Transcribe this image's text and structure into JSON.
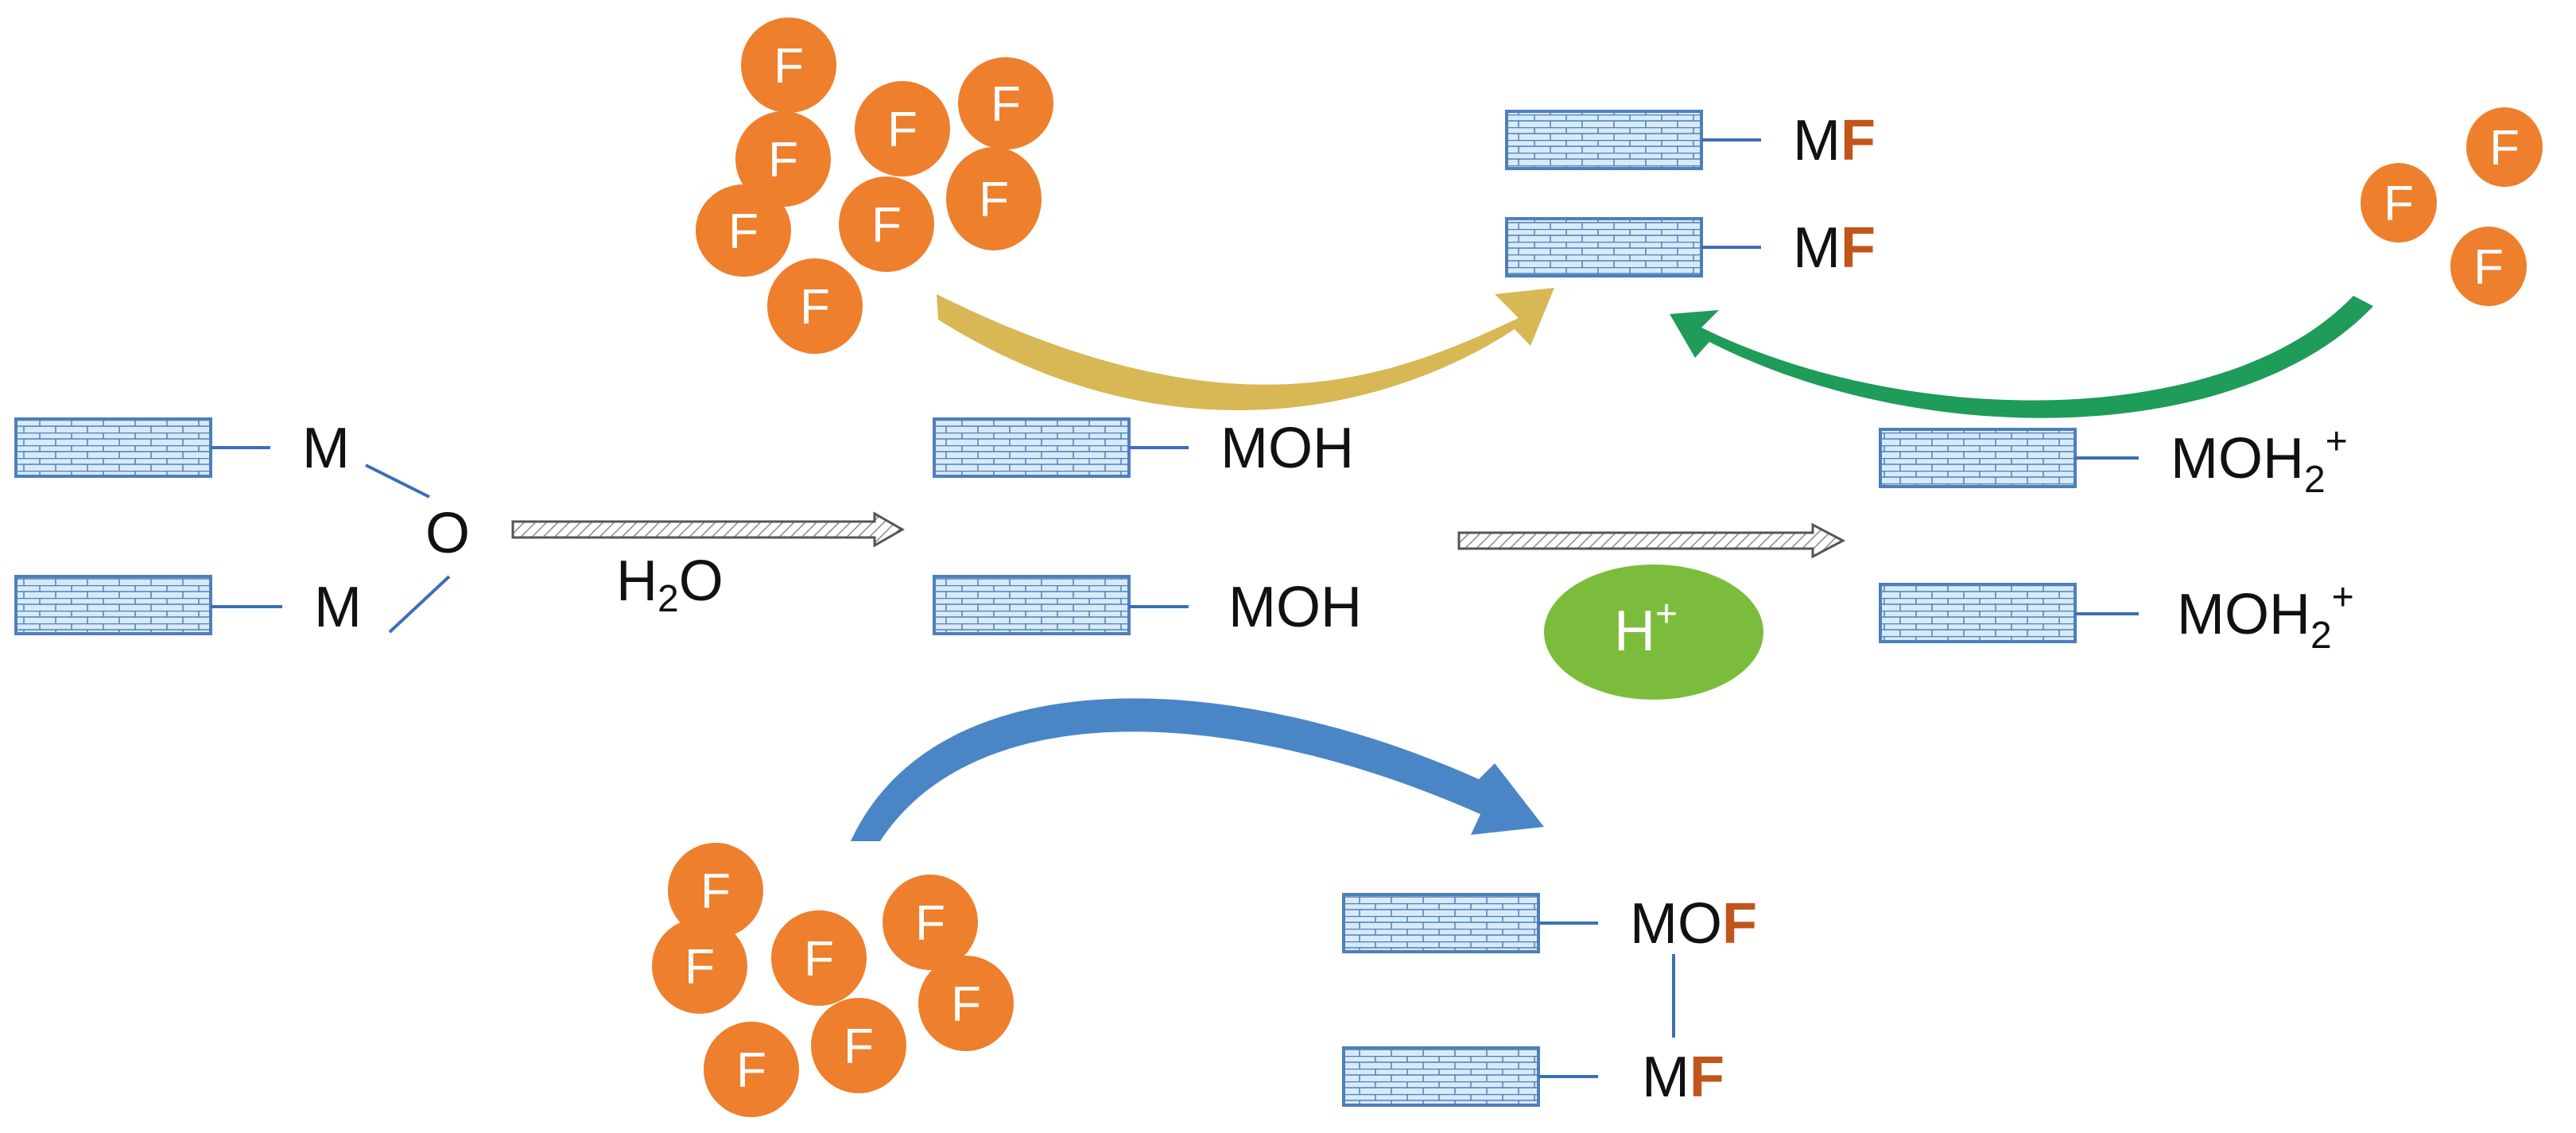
{
  "colors": {
    "surface_fill": "#d7eaf8",
    "surface_line": "#4f7fb8",
    "bond": "#3d6fb6",
    "fluoride": "#ee7f2d",
    "fluoride_text": "#ffffff",
    "highlight_F": "#c0561a",
    "proton": "#7cbc3c",
    "arrow_gold": "#d8b755",
    "arrow_green": "#1f9b5a",
    "arrow_blue": "#4a86c6"
  },
  "fluoride_symbol": "F",
  "proton": {
    "symbol": "H",
    "charge": "+"
  },
  "reactant": {
    "metal_top": "M",
    "metal_bottom": "M",
    "oxygen": "O"
  },
  "step1": {
    "reagent": "H",
    "reagent_sub": "2",
    "reagent_tail": "O"
  },
  "hydroxylated": {
    "top": "MOH",
    "bottom": "MOH"
  },
  "protonated": {
    "top": {
      "main": "MOH",
      "sub": "2",
      "sup": "+"
    },
    "bottom": {
      "main": "MOH",
      "sub": "2",
      "sup": "+"
    }
  },
  "fluorinated_top": {
    "top": {
      "metal": "M",
      "f": "F"
    },
    "bottom": {
      "metal": "M",
      "f": "F"
    }
  },
  "fluorinated_bottom": {
    "top": {
      "prefix": "MO",
      "f": "F"
    },
    "bottom": {
      "metal": "M",
      "f": "F"
    }
  },
  "icons": [
    "surface-block",
    "fluoride-ion",
    "proton-ion",
    "reaction-arrow",
    "curved-arrow"
  ]
}
